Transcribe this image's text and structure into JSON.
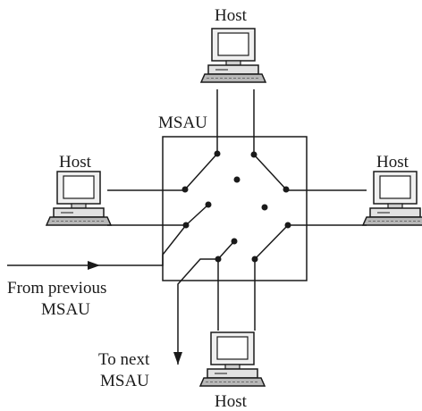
{
  "labels": {
    "host_top": "Host",
    "host_left": "Host",
    "host_right": "Host",
    "host_bottom": "Host",
    "msau": "MSAU",
    "from_line1": "From previous",
    "from_line2": "MSAU",
    "to_line1": "To next",
    "to_line2": "MSAU"
  },
  "icons": {
    "host": "computer-icon",
    "msau": "msau-box",
    "arrow": "arrow-head"
  }
}
